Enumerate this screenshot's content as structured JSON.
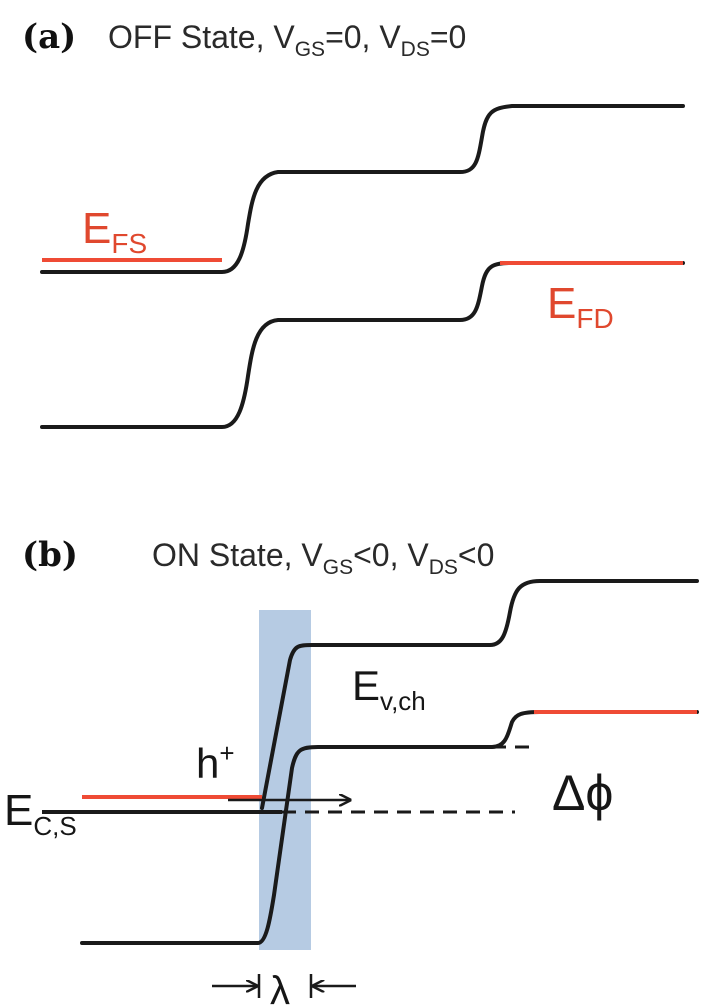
{
  "panel_a": {
    "tag": "(a)",
    "title": "OFF State, V",
    "title_sub1": "GS",
    "title_mid": "=0, V",
    "title_sub2": "DS",
    "title_end": "=0",
    "efs_main": "E",
    "efs_sub": "FS",
    "efd_main": "E",
    "efd_sub": "FD"
  },
  "panel_b": {
    "tag": "(b)",
    "title": "ON State, V",
    "title_sub1": "GS",
    "title_mid": "<0, V",
    "title_sub2": "DS",
    "title_end": "<0",
    "hole_main": "h",
    "hole_sup": "+",
    "evch_main": "E",
    "evch_sub": "v,ch",
    "ecs_main": "E",
    "ecs_sub": "C,S",
    "delta_phi": "Δϕ",
    "lambda": "λ"
  },
  "colors": {
    "red": "#ef4b35",
    "band": "#1a1a1a",
    "shade": "#a9c2de"
  }
}
